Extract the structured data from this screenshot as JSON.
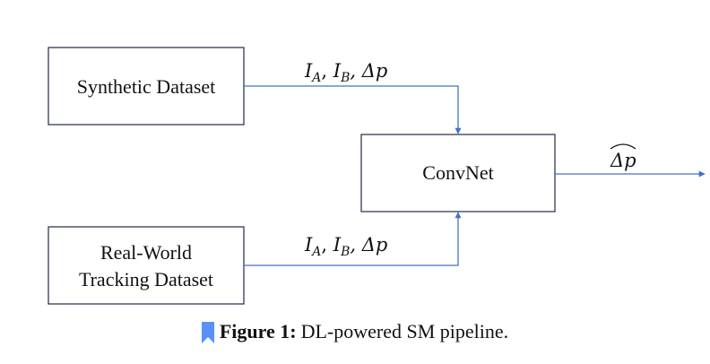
{
  "diagram": {
    "nodes": {
      "synthetic": {
        "label": "Synthetic Dataset"
      },
      "realworld": {
        "label_lines": [
          "Real-World",
          "Tracking Dataset"
        ]
      },
      "convnet": {
        "label": "ConvNet"
      }
    },
    "edges": {
      "synthetic_to_convnet": {
        "label_parts": [
          "I",
          "A",
          ", ",
          "I",
          "B",
          ", Δp"
        ]
      },
      "realworld_to_convnet": {
        "label_parts": [
          "I",
          "A",
          ", ",
          "I",
          "B",
          ", Δp"
        ]
      },
      "convnet_output": {
        "label": "Δp"
      }
    }
  },
  "caption": {
    "label": "Figure 1:",
    "text": "DL-powered SM pipeline."
  },
  "colors": {
    "edge": "#4472c4",
    "box_border": "#1f2a44",
    "bookmark": "#5b8ff9"
  }
}
